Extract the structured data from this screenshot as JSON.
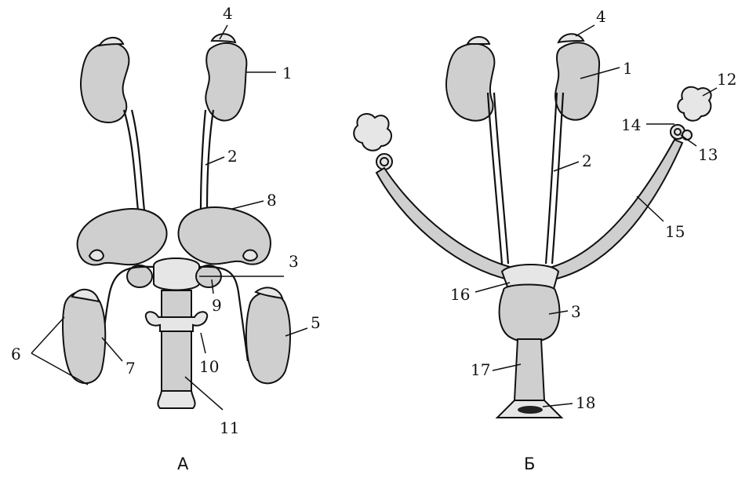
{
  "panels": [
    {
      "id": "A",
      "caption": "А",
      "labels": [
        "1",
        "2",
        "3",
        "4",
        "5",
        "6",
        "7",
        "8",
        "9",
        "10",
        "11"
      ]
    },
    {
      "id": "B",
      "caption": "Б",
      "labels": [
        "1",
        "2",
        "3",
        "4",
        "12",
        "13",
        "14",
        "15",
        "16",
        "17",
        "18"
      ]
    }
  ]
}
